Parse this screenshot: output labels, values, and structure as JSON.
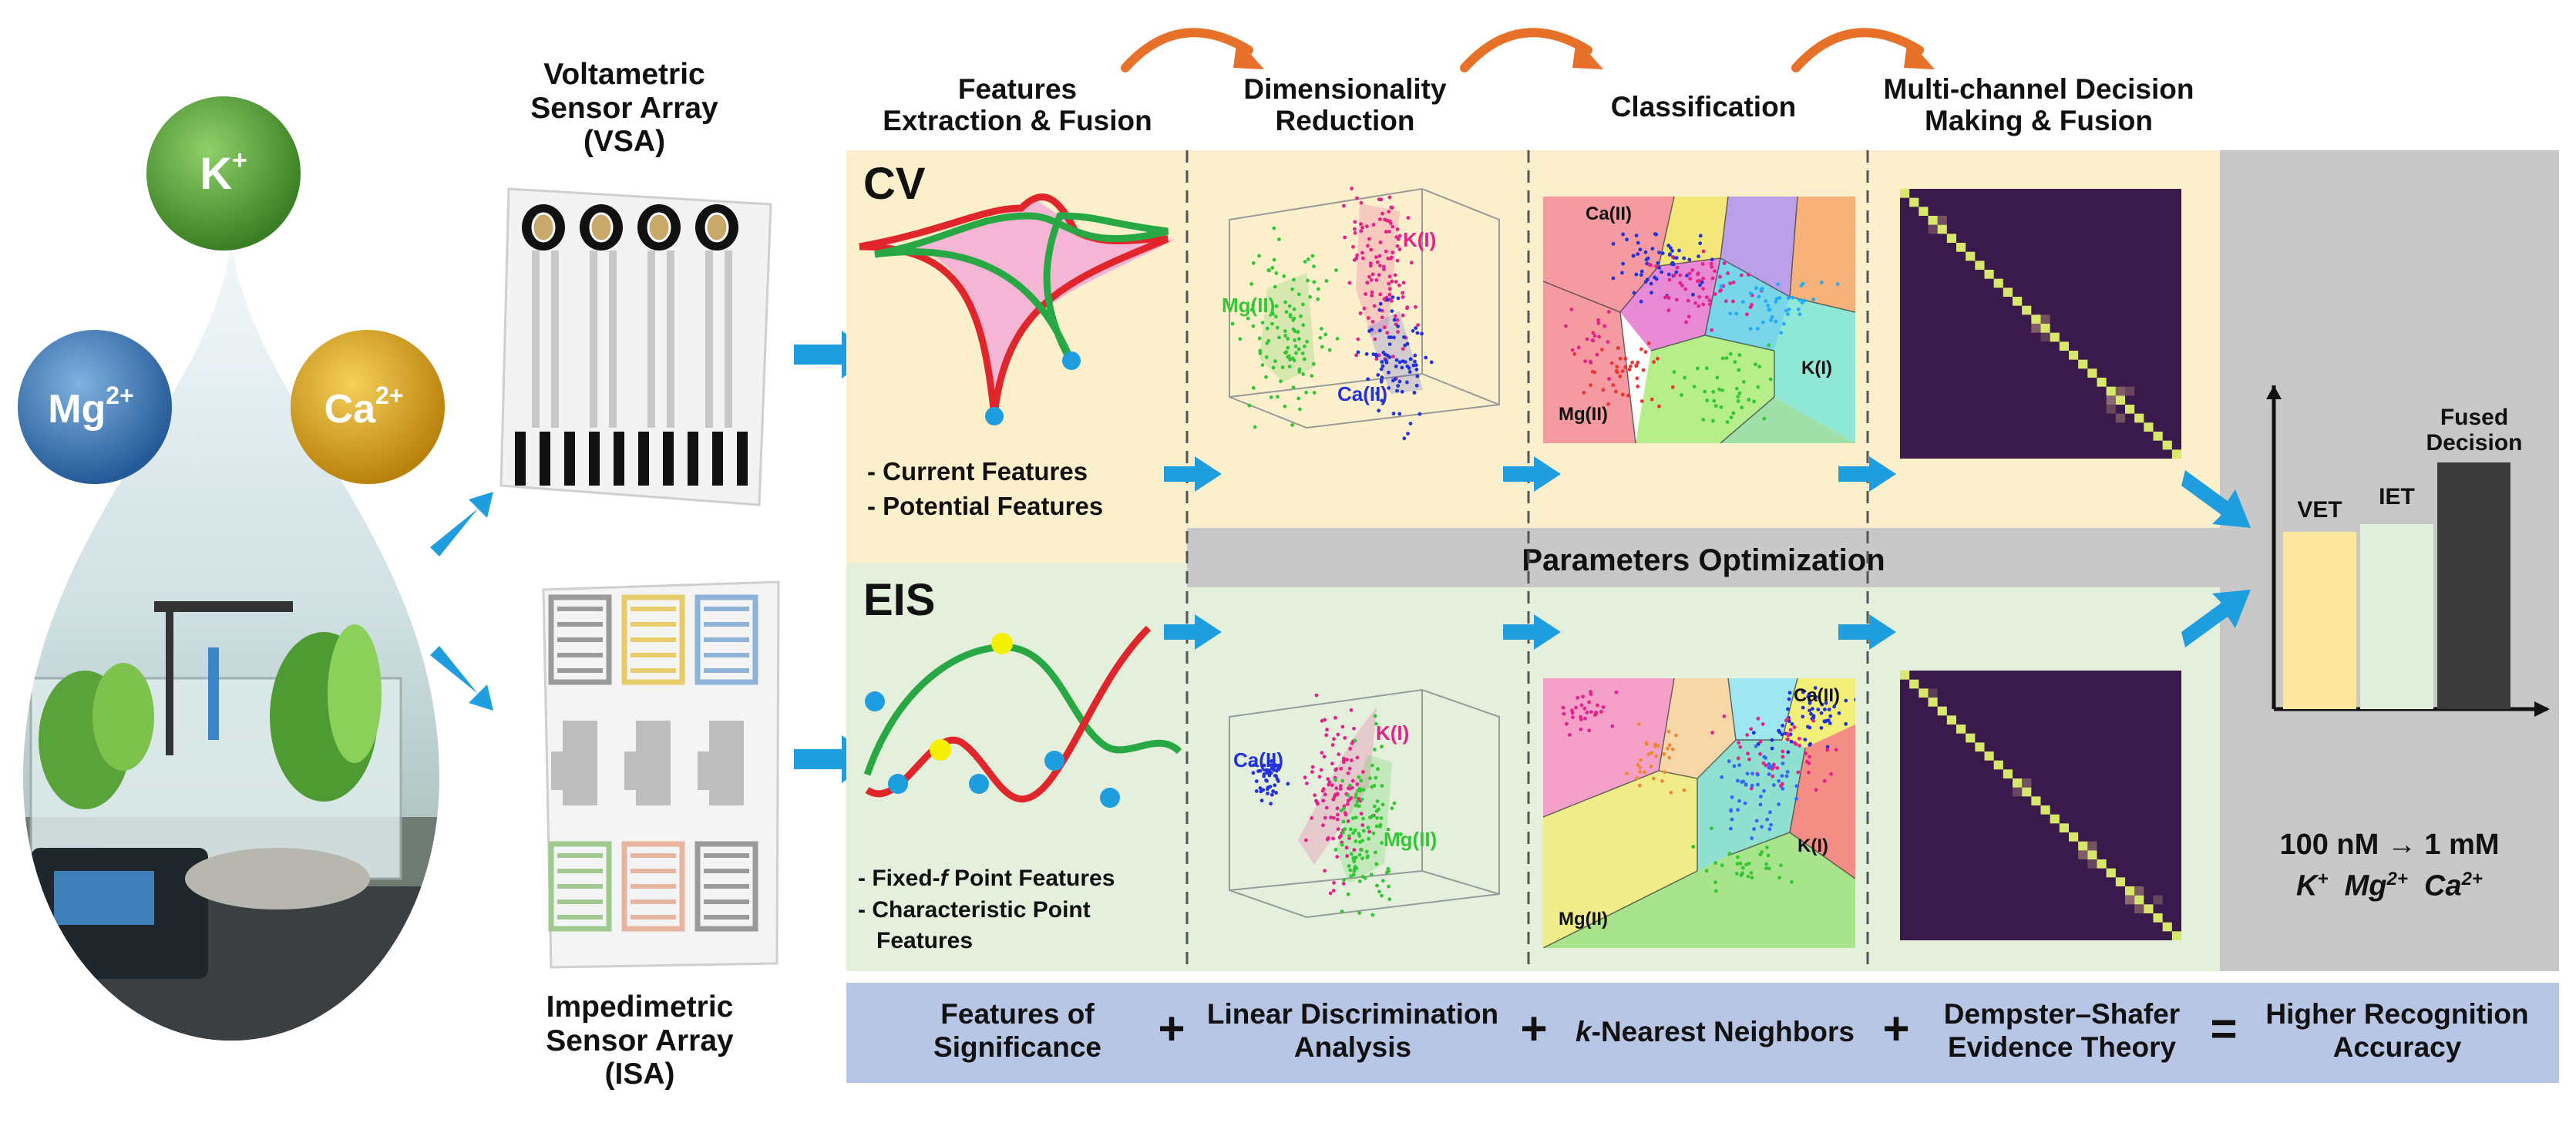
{
  "ions": {
    "k": {
      "base": "K",
      "sup": "+"
    },
    "mg": {
      "base": "Mg",
      "sup": "2+"
    },
    "ca": {
      "base": "Ca",
      "sup": "2+"
    }
  },
  "vsa": {
    "line1": "Voltametric",
    "line2": "Sensor Array",
    "line3": "(VSA)"
  },
  "isa": {
    "line1": "Impedimetric",
    "line2": "Sensor Array",
    "line3": "(ISA)"
  },
  "headers": {
    "features": {
      "line1": "Features",
      "line2": "Extraction & Fusion"
    },
    "dimred": {
      "line1": "Dimensionality",
      "line2": "Reduction"
    },
    "classification": {
      "line1": "Classification"
    },
    "decision": {
      "line1": "Multi-channel Decision",
      "line2": "Making & Fusion"
    }
  },
  "cv": {
    "title": "CV",
    "feature1": "- Current Features",
    "feature2": "- Potential Features",
    "lda_labels": {
      "k": "K(I)",
      "mg": "Mg(II)",
      "ca": "Ca(II)"
    },
    "knn_labels": {
      "ca": "Ca(II)",
      "k": "K(I)",
      "mg": "Mg(II)"
    }
  },
  "eis": {
    "title": "EIS",
    "feature1_pre": "- Fixed-",
    "feature1_f": "f",
    "feature1_post": " Point Features",
    "feature2a": "- Characteristic Point",
    "feature2b": "Features",
    "lda_labels": {
      "ca": "Ca(II)",
      "k": "K(I)",
      "mg": "Mg(II)"
    },
    "knn_labels": {
      "ca": "Ca(II)",
      "k": "K(I)",
      "mg": "Mg(II)"
    }
  },
  "parameters_optimization": "Parameters Optimization",
  "bars": {
    "vet": "VET",
    "iet": "IET",
    "fused_line1": "Fused",
    "fused_line2": "Decision",
    "colors": {
      "vet": "#fde6a0",
      "iet": "#e2efdc",
      "fused": "#3b3b3b"
    }
  },
  "conclusion": {
    "range": "100 nM → 1 mM",
    "ions_k": "K",
    "ions_k_sup": "+",
    "ions_mg": "Mg",
    "ions_mg_sup": "2+",
    "ions_ca": "Ca",
    "ions_ca_sup": "2+"
  },
  "bottom": {
    "item1_line1": "Features of",
    "item1_line2": "Significance",
    "plus": "+",
    "item2_line1": "Linear Discrimination",
    "item2_line2": "Analysis",
    "item3_k": "k",
    "item3_rest": "-Nearest Neighbors",
    "item4_line1": "Dempster–Shafer",
    "item4_line2": "Evidence Theory",
    "equals": "=",
    "result_line1": "Higher Recognition",
    "result_line2": "Accuracy"
  },
  "colors": {
    "cv_bg": "#fcefcb",
    "eis_bg": "#e4f0dc",
    "gray_bg": "#c8c8c8",
    "bottom_bg": "#b8c6e6",
    "arrow_blue": "#1e9ede",
    "arrow_orange": "#e8712a",
    "k_ion": "#58a03c",
    "mg_ion": "#3f7fbf",
    "ca_ion": "#d7a020",
    "matrix_bg": "#3a1a4a",
    "matrix_diag": "#d8e86a"
  }
}
